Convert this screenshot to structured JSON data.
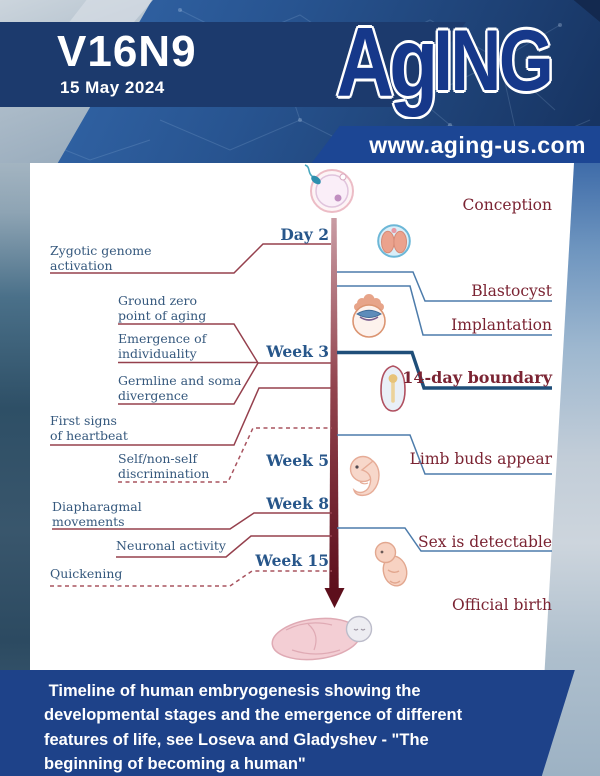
{
  "header": {
    "volume": "V16N9",
    "date": "15 May 2024",
    "logo": {
      "part1": "Ag",
      "part2": "ING"
    },
    "website": "www.aging-us.com"
  },
  "timeline": {
    "left_events": [
      {
        "label": "Zygotic genome\nactivation"
      },
      {
        "label": "Ground zero\npoint of aging"
      },
      {
        "label": "Emergence of\nindividuality"
      },
      {
        "label": "Germline and soma\ndivergence"
      },
      {
        "label": "First signs\nof heartbeat"
      },
      {
        "label": "Self/non-self\ndiscrimination"
      },
      {
        "label": "Diapharagmal\nmovements"
      },
      {
        "label": "Neuronal activity"
      },
      {
        "label": "Quickening"
      }
    ],
    "time_markers": [
      {
        "label": "Day 2"
      },
      {
        "label": "Week 3"
      },
      {
        "label": "Week 5"
      },
      {
        "label": "Week 8"
      },
      {
        "label": "Week 15"
      }
    ],
    "right_events": [
      {
        "label": "Conception"
      },
      {
        "label": "Blastocyst"
      },
      {
        "label": "Implantation"
      },
      {
        "label": "14-day boundary"
      },
      {
        "label": "Limb buds appear"
      },
      {
        "label": "Sex is detectable"
      },
      {
        "label": "Official birth"
      }
    ],
    "illustrations": [
      "fertilization",
      "two-cell-embryo",
      "implantation-blastocyst",
      "14-day-embryo",
      "week5-embryo",
      "week15-fetus",
      "newborn-baby"
    ]
  },
  "footer": {
    "caption": " Timeline of human embryogenesis showing the developmental stages and the emergence of different features of life, see Loseva and Gladyshev - \"The beginning of becoming a human\""
  },
  "colors": {
    "accent_maroon": "#7b2433",
    "accent_blue": "#35587d",
    "line_blue": "#4d7cab",
    "boundary_blue": "#1f4e79",
    "banner_blue": "#1e4289",
    "navy_band": "#1c3a6d",
    "logo_blue": "#16388a"
  }
}
